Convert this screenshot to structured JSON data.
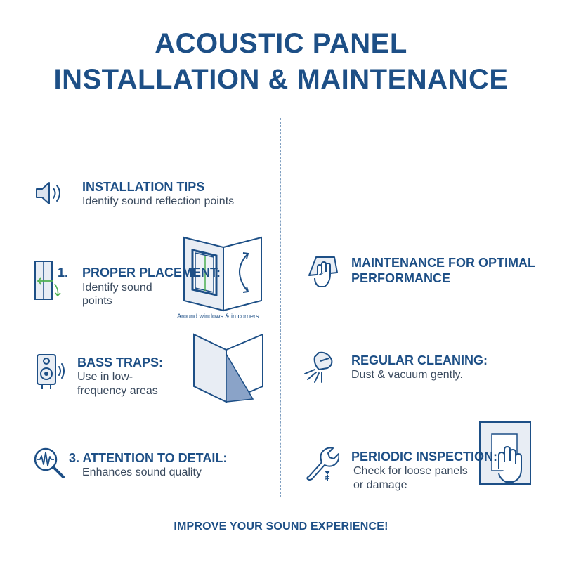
{
  "title": {
    "line1": "ACOUSTIC PANEL",
    "line2": "INSTALLATION & MAINTENANCE"
  },
  "left": {
    "installation_tips": {
      "heading": "INSTALLATION TIPS",
      "text": "Identify sound reflection points",
      "icon": "speaker-sound-icon"
    },
    "proper_placement": {
      "number": "1.",
      "heading": "PROPER PLACEMENT:",
      "text_line1": "Identify sound",
      "text_line2": "points",
      "caption": "Around windows & in corners",
      "icon": "panel-measure-icon"
    },
    "bass_traps": {
      "heading": "BASS TRAPS:",
      "text_line1": "Use in low-",
      "text_line2": "frequency areas",
      "icon": "loudspeaker-icon"
    },
    "attention": {
      "heading": "3. ATTENTION TO DETAIL:",
      "text": "Enhances sound quality",
      "icon": "sound-wave-magnifier-icon"
    }
  },
  "right": {
    "maintenance": {
      "heading_line1": "MAINTENANCE FOR OPTIMAL",
      "heading_line2": "PERFORMANCE",
      "icon": "cleaning-hand-icon"
    },
    "cleaning": {
      "heading": "REGULAR CLEANING:",
      "text": "Dust & vacuum gently.",
      "icon": "brush-icon"
    },
    "inspection": {
      "heading": "PERIODIC INSPECTION:",
      "text_line1": "Check for loose panels",
      "text_line2": "or damage",
      "icon": "wrench-screw-icon"
    }
  },
  "footer": "IMPROVE YOUR SOUND EXPERIENCE!",
  "colors": {
    "navy": "#1d4f86",
    "panel_fill": "#e8edf4",
    "accent_green": "#4caf50"
  }
}
